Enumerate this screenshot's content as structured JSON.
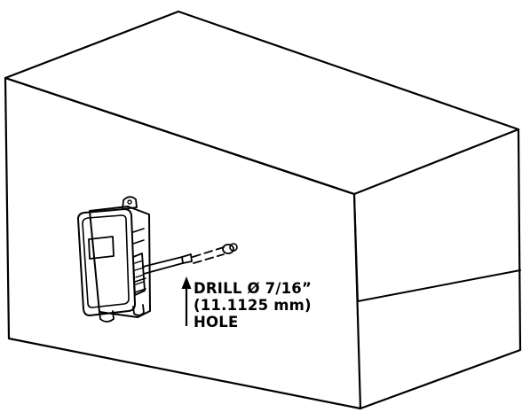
{
  "figure": {
    "description_items": [
      "duct",
      "sensor-enclosure",
      "probe",
      "drill-arrow"
    ],
    "callout_lines": [
      "DRILL Ø 7/16”",
      "(11.1125 mm)",
      "HOLE"
    ],
    "colors": {
      "line": "#000000",
      "background": "#ffffff"
    }
  }
}
